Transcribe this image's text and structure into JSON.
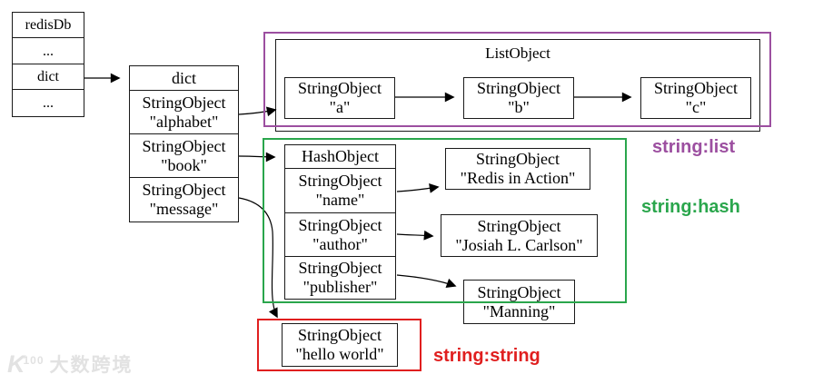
{
  "colors": {
    "list_accent": "#9c4fa0",
    "hash_accent": "#2aa64c",
    "string_accent": "#e01f1f"
  },
  "redisdb_table": {
    "rows": [
      "redisDb",
      "...",
      "dict",
      "..."
    ]
  },
  "dict_table": {
    "header": "dict",
    "rows": [
      {
        "line1": "StringObject",
        "line2": "\"alphabet\""
      },
      {
        "line1": "StringObject",
        "line2": "\"book\""
      },
      {
        "line1": "StringObject",
        "line2": "\"message\""
      }
    ]
  },
  "list_section": {
    "container_label": "ListObject",
    "items": [
      {
        "line1": "StringObject",
        "line2": "\"a\""
      },
      {
        "line1": "StringObject",
        "line2": "\"b\""
      },
      {
        "line1": "StringObject",
        "line2": "\"c\""
      }
    ],
    "tag": "string:list"
  },
  "hash_section": {
    "table": {
      "header": "HashObject",
      "rows": [
        {
          "line1": "StringObject",
          "line2": "\"name\""
        },
        {
          "line1": "StringObject",
          "line2": "\"author\""
        },
        {
          "line1": "StringObject",
          "line2": "\"publisher\""
        }
      ]
    },
    "values": [
      {
        "line1": "StringObject",
        "line2": "\"Redis in Action\""
      },
      {
        "line1": "StringObject",
        "line2": "\"Josiah L. Carlson\""
      },
      {
        "line1": "StringObject",
        "line2": "\"Manning\""
      }
    ],
    "tag": "string:hash"
  },
  "string_section": {
    "value": {
      "line1": "StringObject",
      "line2": "\"hello world\""
    },
    "tag": "string:string"
  },
  "watermark": {
    "logo_k": "K",
    "logo_num": "100",
    "text": "大数跨境"
  }
}
